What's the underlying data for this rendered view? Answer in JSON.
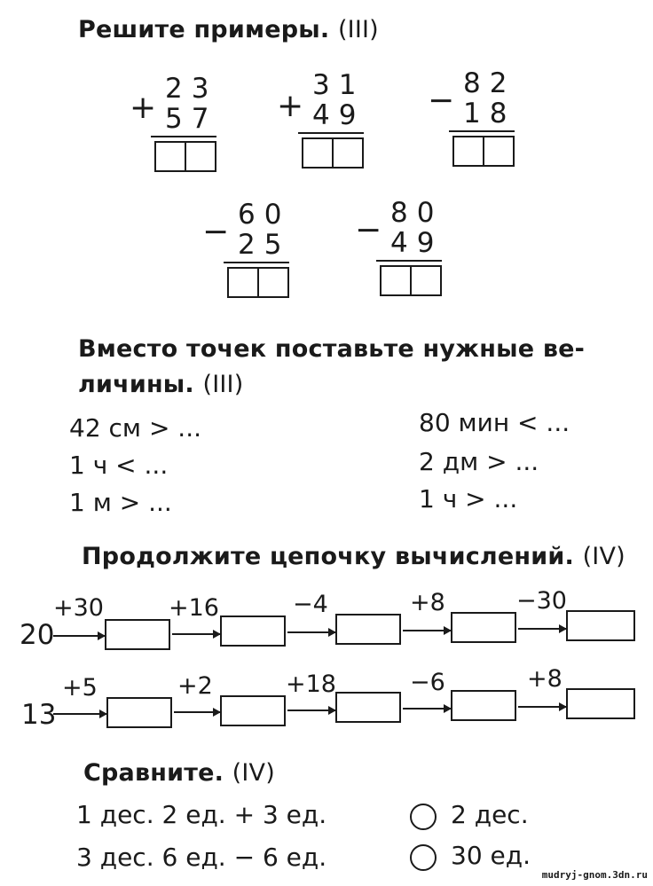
{
  "section1": {
    "title": "Решите примеры.",
    "level": "(III)",
    "problems": [
      {
        "op": "+",
        "a": "23",
        "b": "57"
      },
      {
        "op": "+",
        "a": "31",
        "b": "49"
      },
      {
        "op": "−",
        "a": "82",
        "b": "18"
      },
      {
        "op": "−",
        "a": "60",
        "b": "25"
      },
      {
        "op": "−",
        "a": "80",
        "b": "49"
      }
    ]
  },
  "section2": {
    "title_line1": "Вместо точек поставьте нужные ве-",
    "title_line2": "личины.",
    "level": "(III)",
    "left": [
      "42 см > ...",
      "1 ч < ...",
      "1 м > ..."
    ],
    "right": [
      "80 мин < ...",
      "2 дм > ...",
      "1 ч > ..."
    ]
  },
  "section3": {
    "title": "Продолжите цепочку вычислений.",
    "level": "(IV)",
    "chains": [
      {
        "start": "20",
        "ops": [
          "+30",
          "+16",
          "−4",
          "+8",
          "−30"
        ]
      },
      {
        "start": "13",
        "ops": [
          "+5",
          "+2",
          "+18",
          "−6",
          "+8"
        ]
      }
    ]
  },
  "section4": {
    "title": "Сравните.",
    "level": "(IV)",
    "rows": [
      {
        "left": "1 дес. 2 ед. + 3 ед.",
        "right": "2 дес."
      },
      {
        "left": "3 дес. 6 ед. − 6 ед.",
        "right": "30 ед."
      }
    ]
  },
  "watermark": "mudryj-gnom.3dn.ru"
}
